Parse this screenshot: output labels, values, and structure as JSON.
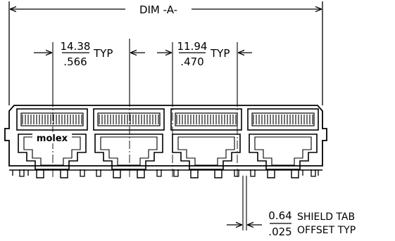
{
  "drawing": {
    "dim_a_label": "DIM -A-",
    "pitch_1": {
      "mm": "14.38",
      "inch": ".566",
      "suffix": "TYP"
    },
    "pitch_2": {
      "mm": "11.94",
      "inch": ".470",
      "suffix": "TYP"
    },
    "shield_offset": {
      "mm": "0.64",
      "inch": ".025",
      "line1": "SHIELD TAB",
      "line2": "OFFSET TYP"
    },
    "brand_label": "molex",
    "port_count": 4
  }
}
